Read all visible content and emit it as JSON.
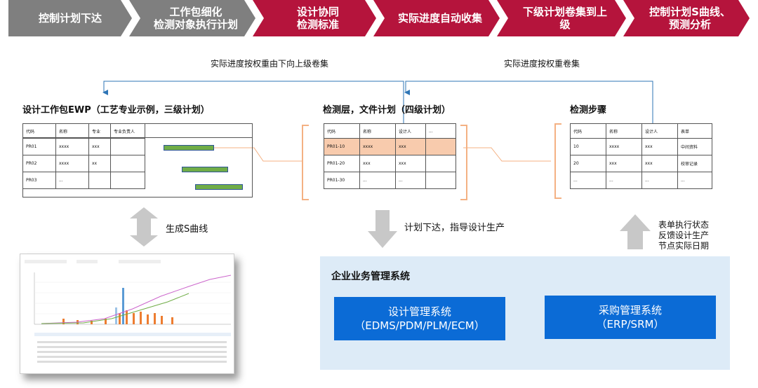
{
  "process_steps": [
    {
      "label": "控制计划下达",
      "color": "#7f7f7f"
    },
    {
      "label": "工作包细化\n检测对象执行计划",
      "color": "#7f7f7f"
    },
    {
      "label": "设计协同\n检测标准",
      "color": "#b5143c"
    },
    {
      "label": "实际进度自动收集",
      "color": "#b5143c"
    },
    {
      "label": "下级计划卷集到上\n级",
      "color": "#b5143c"
    },
    {
      "label": "控制计划S曲线、\n预测分析",
      "color": "#b5143c"
    }
  ],
  "notes": {
    "rollup_left": "实际进度按权重由下向上级卷集",
    "rollup_right": "实际进度按权重卷集",
    "generate_s_curve": "生成S曲线",
    "plan_issue": "计划下达，指导设计生产",
    "feedback": "表单执行状态\n反馈设计生产\n节点实际日期"
  },
  "section_titles": {
    "ewp": "设计工作包EWP（工艺专业示例，三级计划）",
    "inspection_layer": "检测层，文件计划（四级计划）",
    "inspection_steps": "检测步骤"
  },
  "ewp_table": {
    "headers": [
      "代码",
      "名称",
      "专业",
      "专业负责人"
    ],
    "rows": [
      [
        "PR01",
        "xxxx",
        "xxx",
        ""
      ],
      [
        "PR02",
        "xxxx",
        "xx",
        ""
      ],
      [
        "PR03",
        "...",
        "",
        ""
      ]
    ]
  },
  "inspection_table": {
    "headers": [
      "代码",
      "名称",
      "设计人",
      "..."
    ],
    "rows": [
      [
        "PR01-10",
        "xxxx",
        "xxx",
        ""
      ],
      [
        "PR01-20",
        "xxx",
        "xxx",
        ""
      ],
      [
        "PR01-30",
        "...",
        "...",
        ""
      ]
    ]
  },
  "steps_table": {
    "headers": [
      "代码",
      "名称",
      "设计人",
      "表单"
    ],
    "rows": [
      [
        "10",
        "xxxx",
        "xxx",
        "中间资料"
      ],
      [
        "20",
        "xxx",
        "xxx",
        "校审记录"
      ],
      [
        "...",
        "...",
        "...",
        "..."
      ]
    ]
  },
  "enterprise_system": {
    "title": "企业业务管理系统",
    "design_system": "设计管理系统\n（EDMS/PDM/PLM/ECM）",
    "procurement_system": "采购管理系统\n（ERP/SRM）"
  },
  "colors": {
    "gray_step": "#7f7f7f",
    "red_step": "#b5143c",
    "highlight_row": "#f8cbad",
    "system_box": "#0b6bd6",
    "system_panel": "#ddebf7",
    "gantt_bar": "#70ad47",
    "arrow_gray": "#c8c8c8"
  }
}
